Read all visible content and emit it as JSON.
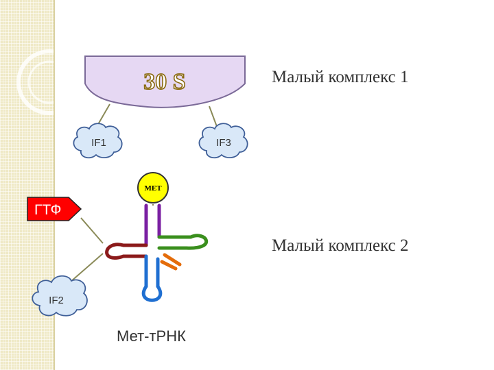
{
  "ribosome": {
    "label": "30 S"
  },
  "factors": {
    "if1": "IF1",
    "if3": "IF3",
    "if2": "IF2"
  },
  "met": {
    "label": "МЕТ"
  },
  "gtp": {
    "label": "ГТФ"
  },
  "captions": {
    "complex1": "Малый комплекс 1",
    "complex2": "Малый комплекс 2"
  },
  "trna": {
    "label": "Мет-тРНК"
  },
  "colors": {
    "ribosome_fill": "#e6d8f3",
    "ribosome_stroke": "#7b6a98",
    "met_fill": "#ffff00",
    "gtp_fill": "#ff0000",
    "cloud_fill": "#d9e8f8",
    "cloud_stroke": "#3f5f98",
    "stem_purple": "#7a1fa2",
    "loop_green": "#3a8f1d",
    "loop_red": "#8b1a1a",
    "loop_blue": "#1f6fd1",
    "arm_orange": "#e46c0a",
    "connector": "#8a8a58"
  }
}
